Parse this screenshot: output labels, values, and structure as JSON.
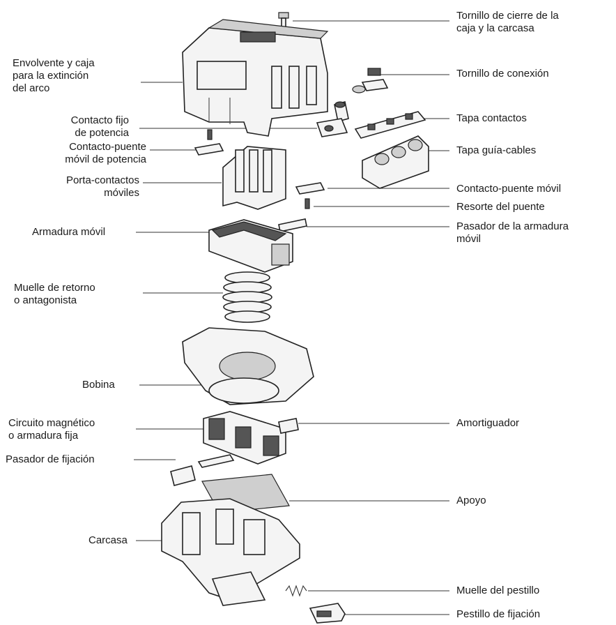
{
  "labels_left": {
    "envolvente": "Envolvente y caja\npara la extinción\ndel arco",
    "contacto_fijo": "Contacto fijo\nde potencia",
    "contacto_puente_potencia": "Contacto-puente\nmóvil de potencia",
    "porta_contactos": "Porta-contactos\nmóviles",
    "armadura_movil": "Armadura móvil",
    "muelle_retorno": "Muelle de retorno\no antagonista",
    "bobina": "Bobina",
    "circuito_magnetico": "Circuito magnético\no armadura fija",
    "pasador_fijacion": "Pasador de fijación",
    "carcasa": "Carcasa"
  },
  "labels_right": {
    "tornillo_cierre": "Tornillo de cierre de la\ncaja y la carcasa",
    "tornillo_conexion": "Tornillo de conexión",
    "tapa_contactos": "Tapa contactos",
    "tapa_guia": "Tapa guía-cables",
    "contacto_puente_movil": "Contacto-puente móvil",
    "resorte_puente": "Resorte del puente",
    "pasador_armadura": "Pasador de la armadura\nmóvil",
    "amortiguador": "Amortiguador",
    "apoyo": "Apoyo",
    "muelle_pestillo": "Muelle del pestillo",
    "pestillo_fijacion": "Pestillo de fijación"
  }
}
